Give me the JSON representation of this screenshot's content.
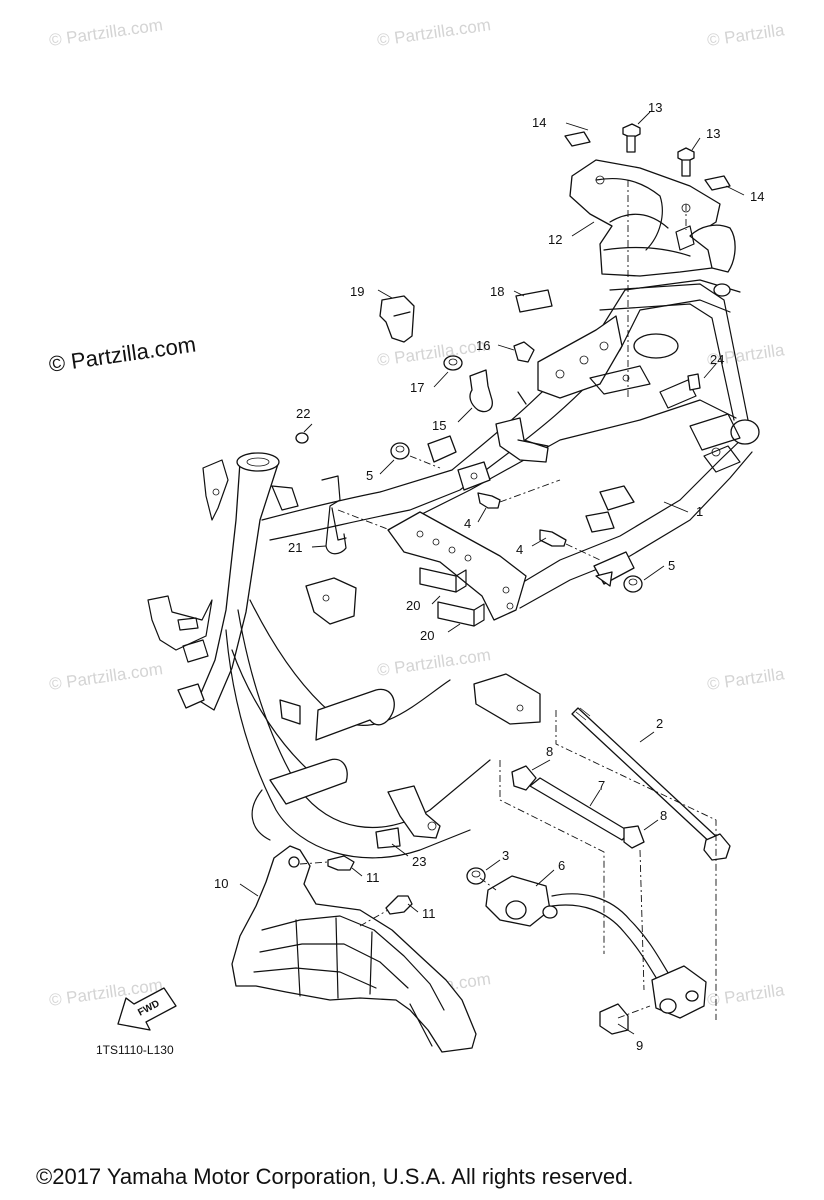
{
  "watermark": {
    "text": "© Partzilla.com",
    "repeat_text": "© Partzilla",
    "color": "#d4d4d4"
  },
  "logo_text": "© Partzilla.com",
  "fwd_label": "FWD",
  "diagram_code": "1TS1110-L130",
  "copyright": "©2017 Yamaha Motor Corporation, U.S.A. All rights reserved.",
  "part_labels": {
    "p1": "1",
    "p2": "2",
    "p3": "3",
    "p4a": "4",
    "p4b": "4",
    "p5a": "5",
    "p5b": "5",
    "p6": "6",
    "p7": "7",
    "p8a": "8",
    "p8b": "8",
    "p9": "9",
    "p10": "10",
    "p11a": "11",
    "p11b": "11",
    "p12": "12",
    "p13a": "13",
    "p13b": "13",
    "p14a": "14",
    "p14b": "14",
    "p15": "15",
    "p16": "16",
    "p17": "17",
    "p18": "18",
    "p19": "19",
    "p20a": "20",
    "p20b": "20",
    "p21": "21",
    "p22": "22",
    "p23": "23",
    "p24": "24"
  }
}
